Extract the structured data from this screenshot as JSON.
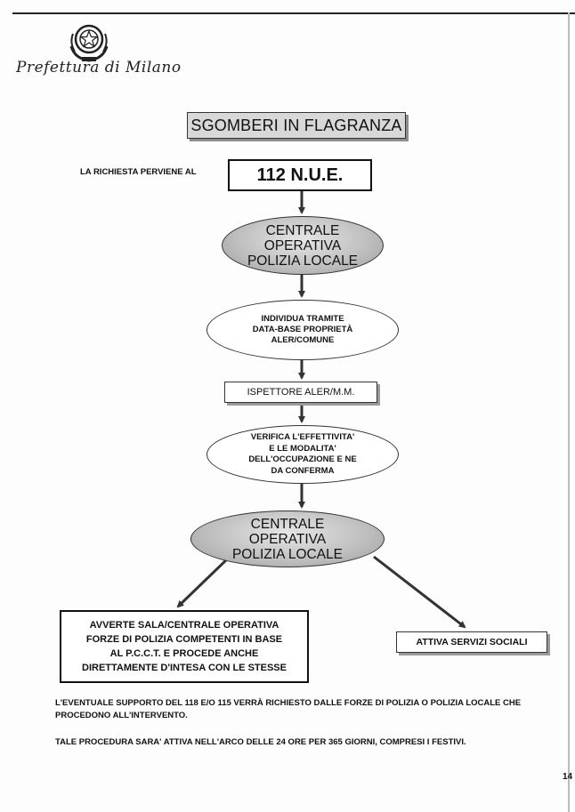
{
  "header": {
    "emblem_icon": "italian-republic-emblem",
    "prefettura": "Prefettura di Milano"
  },
  "flow": {
    "title": "SGOMBERI IN FLAGRANZA",
    "richiesta_label": "LA RICHIESTA PERVIENE AL",
    "nue": "112 N.U.E.",
    "centrale1": [
      "CENTRALE",
      "OPERATIVA",
      "POLIZIA LOCALE"
    ],
    "individua": [
      "INDIVIDUA TRAMITE",
      "DATA-BASE PROPRIETÀ",
      "ALER/COMUNE"
    ],
    "ispettore": "ISPETTORE ALER/M.M.",
    "verifica": [
      "VERIFICA L'EFFETTIVITA'",
      "E LE MODALITA'",
      "DELL'OCCUPAZIONE E NE",
      "DA CONFERMA"
    ],
    "centrale2": [
      "CENTRALE",
      "OPERATIVA",
      "POLIZIA LOCALE"
    ],
    "avverte": [
      "AVVERTE SALA/CENTRALE OPERATIVA",
      "FORZE DI POLIZIA COMPETENTI IN BASE",
      "AL P.C.C.T. E PROCEDE ANCHE",
      "DIRETTAMENTE D'INTESA CON LE STESSE"
    ],
    "attiva": "ATTIVA SERVIZI SOCIALI"
  },
  "notes": {
    "note1": "L'EVENTUALE SUPPORTO DEL 118 E/O 115 VERRÀ RICHIESTO DALLE FORZE DI POLIZIA O POLIZIA LOCALE CHE PROCEDONO ALL'INTERVENTO.",
    "note2": "TALE PROCEDURA SARA' ATTIVA NELL'ARCO DELLE 24 ORE PER 365 GIORNI, COMPRESI I FESTIVI."
  },
  "page_number": "14"
}
